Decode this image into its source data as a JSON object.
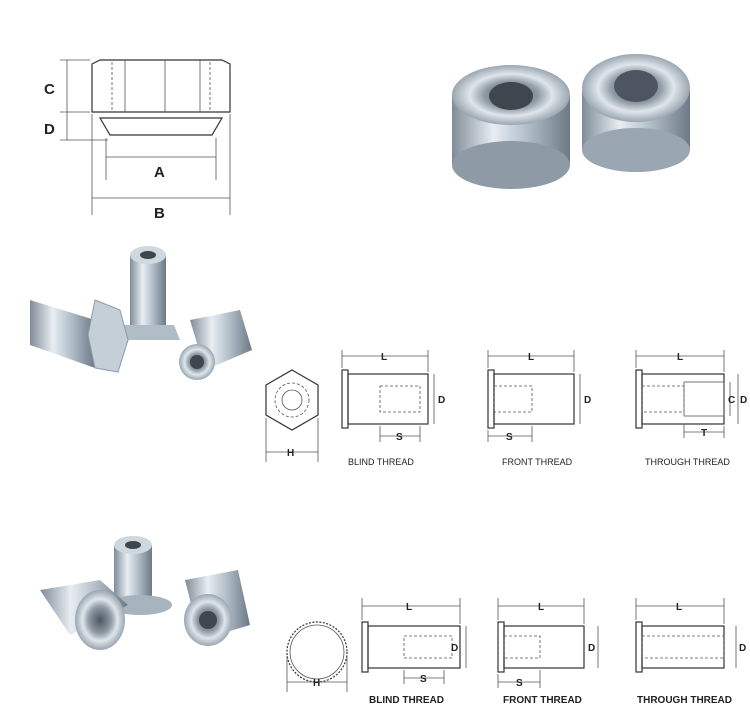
{
  "top_drawing": {
    "labels": {
      "c": "C",
      "d": "D",
      "a": "A",
      "b": "B"
    }
  },
  "row_hex": {
    "head_label": "H",
    "blind": {
      "l": "L",
      "d": "D",
      "s": "S",
      "caption": "BLIND THREAD"
    },
    "front": {
      "l": "L",
      "d": "D",
      "s": "S",
      "caption": "FRONT THREAD"
    },
    "through": {
      "l": "L",
      "c": "C",
      "d": "D",
      "t": "T",
      "caption": "THROUGH THREAD"
    }
  },
  "row_round": {
    "head_label": "H",
    "blind": {
      "l": "L",
      "d": "D",
      "s": "S",
      "caption": "BLIND THREAD"
    },
    "front": {
      "l": "L",
      "d": "D",
      "s": "S",
      "caption": "FRONT THREAD"
    },
    "through": {
      "l": "L",
      "d": "D",
      "caption": "THROUGH THREAD"
    }
  },
  "colors": {
    "metal_light": "#e8eef3",
    "metal_dark": "#7f8c98",
    "line": "#333333"
  }
}
